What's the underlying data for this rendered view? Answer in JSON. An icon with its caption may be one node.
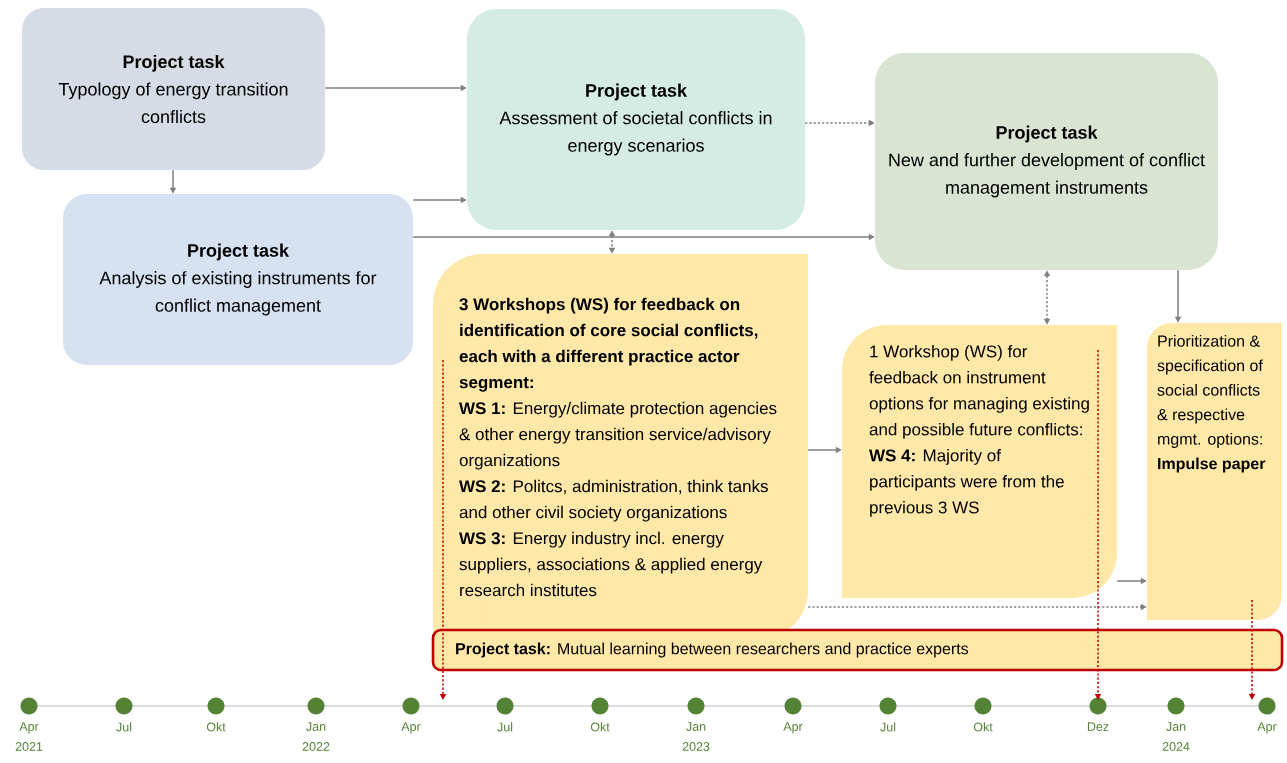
{
  "diagram": {
    "nodes": [
      {
        "text": [
          "Project task",
          "Typology of energy transition conflicts"
        ]
      },
      {
        "text": [
          "Project task",
          "Assessment of societal conflicts in energy scenarios"
        ]
      },
      {
        "text": [
          "Project task",
          "New and further development of conflict management instruments"
        ]
      },
      {
        "text": [
          "Project task",
          "Analysis of existing instruments for conflict management"
        ]
      },
      {
        "text": [
          "3 Workshops (WS) for feedback on identification of core social conflicts, each with a different practice actor segment:",
          "**WS 1:** Energy/climate protection agencies  & other energy transition service/advisory organizations",
          "**WS 2:** Politcs, administration, think tanks and other civil society organizations",
          "**WS 3:** Energy industry incl. energy suppliers, associations & applied energy research institutes"
        ]
      },
      {
        "text": [
          "1 Workshop (WS) for feedback on instrument options for managing existing and possible future conflicts:",
          "**WS 4:** Majority of participants were from the previous 3 WS"
        ]
      },
      {
        "text": [
          "Prioritization & specification of social conflicts & respective mgmt. options:",
          "Impulse paper"
        ]
      },
      {
        "text": [
          "**Project task:** Mutual learning between researchers and practice experts"
        ]
      }
    ],
    "edges": [
      {
        "from": 0,
        "to": 1,
        "arrow": "to"
      },
      {
        "from": 0,
        "to": 3,
        "arrow": "to"
      },
      {
        "from": 3,
        "to": 1,
        "arrow": "to"
      },
      {
        "from": 3,
        "to": 2,
        "arrow": "to"
      },
      {
        "from": 1,
        "to": 2,
        "arrow": "to",
        "style": "dashed"
      },
      {
        "from": 1,
        "to": 4,
        "arrow": "both",
        "style": "dashed"
      },
      {
        "from": 2,
        "to": 5,
        "arrow": "both",
        "style": "dashed"
      },
      {
        "from": 2,
        "to": 6,
        "arrow": "to"
      },
      {
        "from": 4,
        "to": 5,
        "arrow": "to"
      },
      {
        "from": 5,
        "to": 6,
        "arrow": "to"
      },
      {
        "from": 4,
        "to": 6,
        "arrow": "to",
        "style": "dashed"
      },
      {
        "from": 4,
        "to": null,
        "arrow": "to",
        "style": "dashed",
        "color": "#c00000"
      },
      {
        "from": 5,
        "to": null,
        "arrow": "to",
        "style": "dashed",
        "color": "#c00000"
      },
      {
        "from": 6,
        "to": null,
        "arrow": "to",
        "style": "dashed",
        "color": "#c00000"
      }
    ],
    "labels": [
      "Apr 2021",
      "Jul",
      "Okt",
      "Jan 2022",
      "Apr",
      "Jul",
      "Okt",
      "Jan 2023",
      "Apr",
      "Jul",
      "Okt",
      "Dez",
      "Jan 2024",
      "Apr"
    ]
  }
}
